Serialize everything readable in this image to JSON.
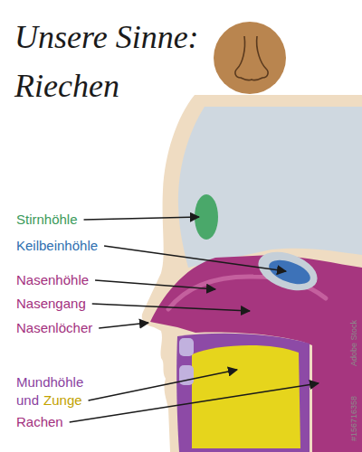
{
  "diagram": {
    "title": "Unsere Sinne: Riechen",
    "labels": [
      "Stirnhöhle",
      "Keilbeinhöhle",
      "Nasenhöhle",
      "Nasengang",
      "Nasenlöcher",
      "Mundhöhle",
      "und",
      "Zunge",
      "Rachen",
      "Adobe Stock",
      "#156716358"
    ]
  }
}
